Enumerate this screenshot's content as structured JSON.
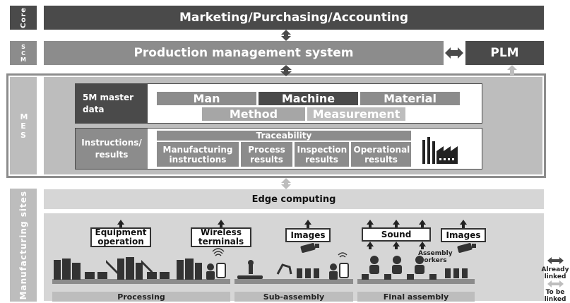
{
  "layers": {
    "core": {
      "tag": "Core",
      "title": "Marketing/Purchasing/Accounting"
    },
    "scm": {
      "tag": "SCM",
      "title": "Production management system",
      "plm": "PLM"
    },
    "mes": {
      "tag": "MES",
      "master": {
        "label": "5M master data",
        "items": [
          "Man",
          "Machine",
          "Material",
          "Method",
          "Measurement"
        ]
      },
      "instructions": {
        "label": "Instructions/ results",
        "traceability": "Traceability",
        "items": [
          "Manufacturing instructions",
          "Process results",
          "Inspection results",
          "Operational results"
        ]
      }
    },
    "sites": {
      "tag": "Manufacturing sites",
      "edge": "Edge computing",
      "sources": [
        "Equipment operation",
        "Wireless terminals",
        "Images",
        "Sound",
        "Images"
      ],
      "assembly_workers": "Assembly workers",
      "areas": [
        "Processing",
        "Sub-assembly",
        "Final assembly"
      ]
    }
  },
  "legend": {
    "already": "Already linked",
    "tobe": "To be linked"
  },
  "colors": {
    "dark": "#4a4a4a",
    "mid": "#8c8c8c",
    "light": "#bdbdbd",
    "lighter": "#d6d6d6"
  }
}
